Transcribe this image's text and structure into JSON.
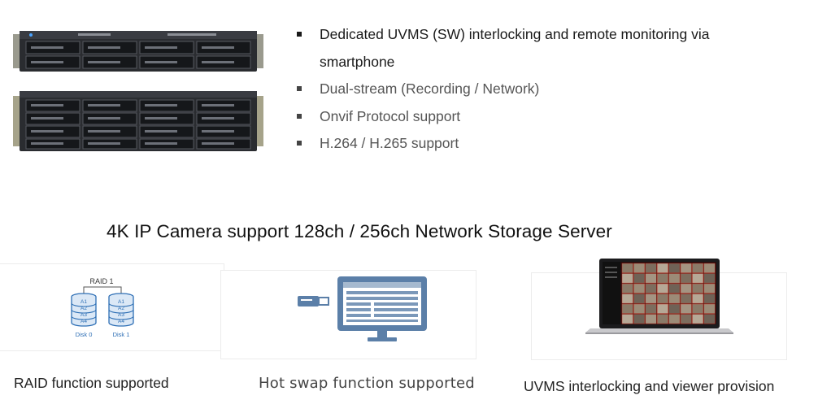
{
  "features": [
    "Dedicated UVMS (SW) interlocking and remote monitoring via smartphone",
    "Dual-stream (Recording / Network)",
    "Onvif Protocol support",
    "H.264 / H.265 support"
  ],
  "headline": "4K IP Camera support 128ch / 256ch Network Storage Server",
  "raid": {
    "title": "RAID 1",
    "disk0_label": "Disk 0",
    "disk1_label": "Disk 1",
    "blocks": [
      "A1",
      "A2",
      "A3",
      "A4"
    ],
    "caption": "RAID function supported"
  },
  "hotswap": {
    "caption": "Hot swap function supported"
  },
  "uvms": {
    "caption": "UVMS interlocking and viewer provision"
  },
  "colors": {
    "raid_blue": "#2e6fb5",
    "hotswap_blue": "#5b7fa8",
    "server_dark": "#2a2c30"
  }
}
